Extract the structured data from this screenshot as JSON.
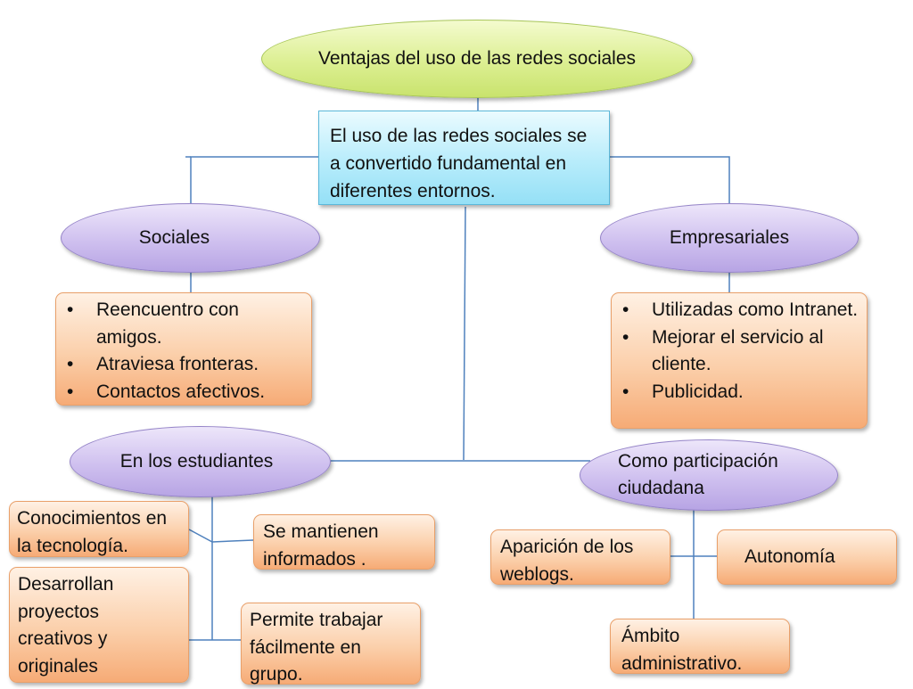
{
  "title": "Ventajas del uso de las redes sociales",
  "intro": "El uso de las redes sociales se a convertido fundamental en diferentes entornos.",
  "sociales": {
    "label": "Sociales",
    "items": [
      "Reencuentro con amigos.",
      "Atraviesa fronteras.",
      "Contactos afectivos."
    ]
  },
  "empresariales": {
    "label": "Empresariales",
    "items": [
      "Utilizadas como Intranet.",
      "Mejorar el servicio al cliente.",
      "Publicidad."
    ]
  },
  "estudiantes": {
    "label": "En los estudiantes",
    "items": [
      "Conocimientos en la tecnología.",
      "Se mantienen informados .",
      "Desarrollan proyectos creativos y originales",
      "Permite trabajar fácilmente en grupo."
    ]
  },
  "ciudadana": {
    "label": "Como participación ciudadana",
    "items": [
      "Aparición de los weblogs.",
      "Autonomía",
      "Ámbito administrativo."
    ]
  }
}
